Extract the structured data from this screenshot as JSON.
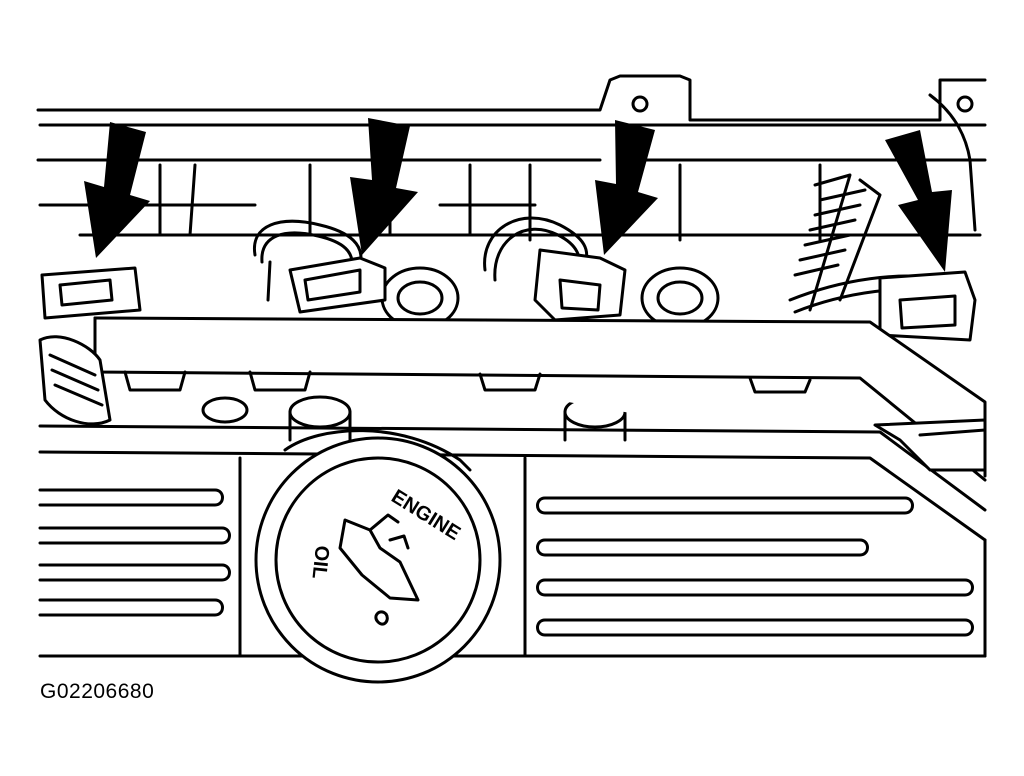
{
  "figure": {
    "id_label": "G02206680",
    "line_color": "#000000",
    "background_color": "#ffffff"
  },
  "cap": {
    "words": [
      "ENGINE",
      "OIL"
    ]
  },
  "arrows": {
    "count": 4,
    "color": "#000000"
  }
}
